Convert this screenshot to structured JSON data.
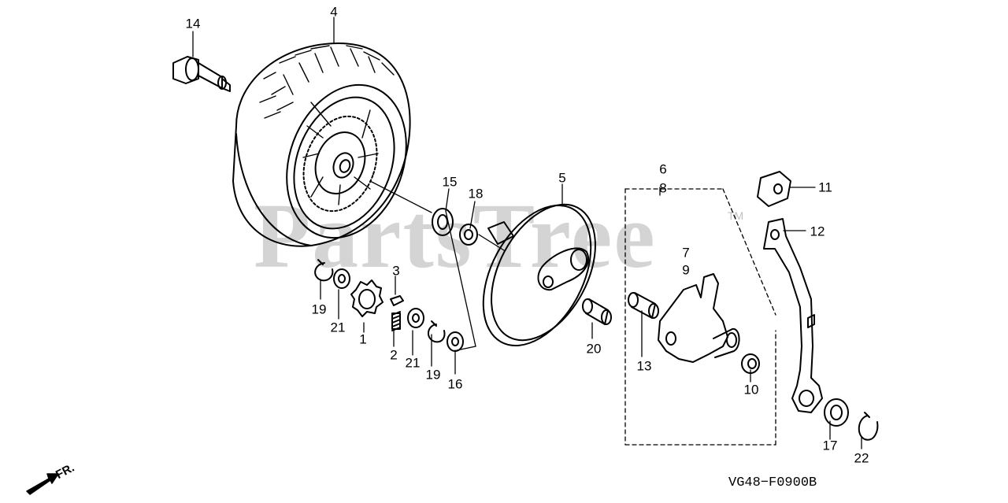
{
  "diagram": {
    "watermark": "PartsTree",
    "watermark_mark": "TM",
    "front_indicator": "FR.",
    "drawing_code": "VG48−F0900B",
    "callouts": {
      "c1": "1",
      "c2": "2",
      "c3": "3",
      "c4": "4",
      "c5": "5",
      "c6": "6",
      "c7": "7",
      "c8": "8",
      "c9": "9",
      "c10": "10",
      "c11": "11",
      "c12": "12",
      "c13": "13",
      "c14": "14",
      "c15": "15",
      "c16": "16",
      "c17": "17",
      "c18": "18",
      "c19a": "19",
      "c19b": "19",
      "c20": "20",
      "c21a": "21",
      "c21b": "21",
      "c22": "22"
    },
    "parts": [
      "axle-bolt",
      "rear-wheel",
      "washer",
      "washer",
      "wheel-cap-plate",
      "pawl-arm",
      "collar",
      "slide-block",
      "wheel-adjuster-lever",
      "spring",
      "key",
      "pinion",
      "snap-clip",
      "snap-ring"
    ]
  }
}
